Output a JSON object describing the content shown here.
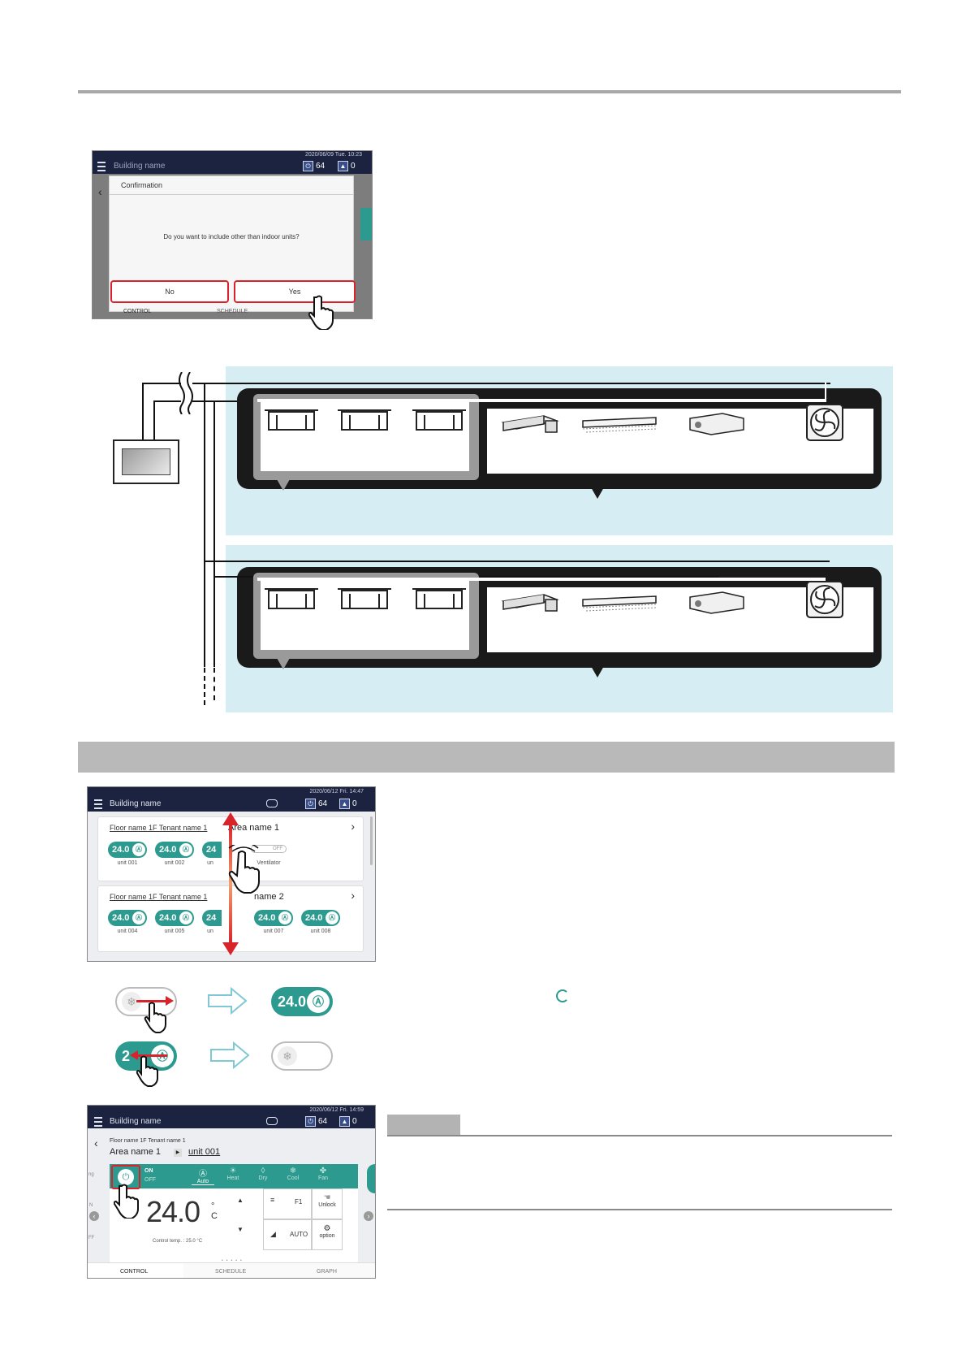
{
  "screen1": {
    "title": "Building name",
    "datetime": "2020/06/09 Tue. 10:23",
    "stat_on": "64",
    "stat_err": "0",
    "dialog_title": "Confirmation",
    "dialog_message": "Do you want to include other than indoor units?",
    "no_label": "No",
    "yes_label": "Yes",
    "tab_control": "CONTROL",
    "tab_schedule": "SCHEDULE"
  },
  "screen2": {
    "title": "Building name",
    "datetime": "2020/06/12 Fri. 14:47",
    "stat_on": "64",
    "stat_err": "0",
    "card1": {
      "floor": "Floor name 1F Tenant name 1",
      "area": "Area name 1",
      "pills": [
        {
          "temp": "24.0",
          "unit": "unit 001"
        },
        {
          "temp": "24.0",
          "unit": "unit 002"
        },
        {
          "temp": "24",
          "unit": "un"
        }
      ],
      "vent_state": "OFF",
      "vent_label": "Ventilator"
    },
    "card2": {
      "floor": "Floor name 1F Tenant name 1",
      "area": "name 2",
      "pills": [
        {
          "temp": "24.0",
          "unit": "unit 004"
        },
        {
          "temp": "24.0",
          "unit": "unit 005"
        },
        {
          "temp": "24",
          "unit": "un"
        },
        {
          "temp": "24.0",
          "unit": "unit 007"
        },
        {
          "temp": "24.0",
          "unit": "unit 008"
        }
      ]
    }
  },
  "pills": {
    "on_temp": "24.0",
    "partial_temp": "2"
  },
  "screen3": {
    "title": "Building name",
    "datetime": "2020/06/12 Fri. 14:59",
    "stat_on": "64",
    "stat_err": "0",
    "floor": "Floor name 1F Tenant name 1",
    "area": "Area name 1",
    "unit": "unit 001",
    "on": "ON",
    "off": "OFF",
    "modes": [
      "Auto",
      "Heat",
      "Dry",
      "Cool",
      "Fan"
    ],
    "temp_value": "24.0",
    "temp_unit": "°C",
    "control_temp": "Control temp. : 25.0 °C",
    "fan_label": "F1",
    "unlock_label": "Unlock",
    "auto_label": "AUTO",
    "option_label": "option",
    "tabs": [
      "CONTROL",
      "SCHEDULE",
      "GRAPH"
    ],
    "side_left": [
      "ng",
      "N",
      "FF"
    ]
  },
  "colors": {
    "accent_teal": "#2c9a8e",
    "highlight_red": "#d8232a",
    "topbar": "#1b2340",
    "zone_blue": "#d6edf4"
  }
}
